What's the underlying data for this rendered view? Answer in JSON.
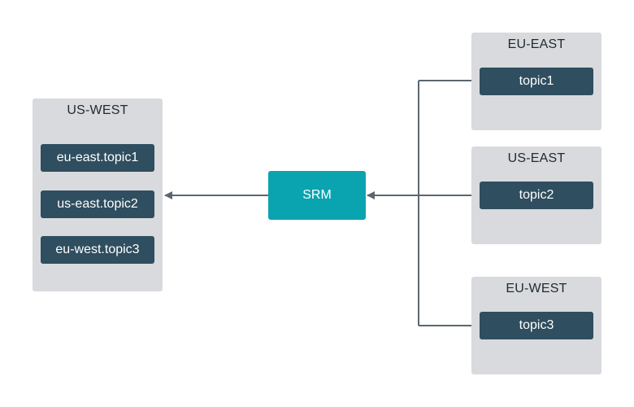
{
  "diagram": {
    "replicator": {
      "label": "SRM"
    },
    "target_cluster": {
      "name": "US-WEST",
      "topics": [
        "eu-east.topic1",
        "us-east.topic2",
        "eu-west.topic3"
      ]
    },
    "source_clusters": [
      {
        "name": "EU-EAST",
        "topic": "topic1"
      },
      {
        "name": "US-EAST",
        "topic": "topic2"
      },
      {
        "name": "EU-WEST",
        "topic": "topic3"
      }
    ],
    "colors": {
      "cluster_bg": "#d9dadd",
      "topic_bg": "#2f4e5f",
      "srm_bg": "#0aa3b0",
      "connector": "#5b6770"
    }
  }
}
